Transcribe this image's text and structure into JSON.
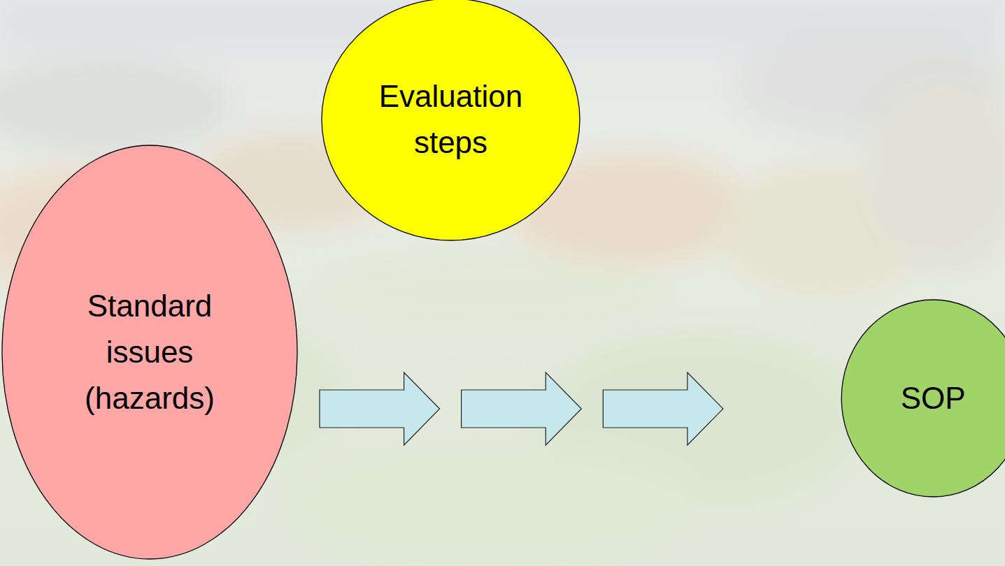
{
  "diagram": {
    "nodes": [
      {
        "text": [
          "Evaluation steps"
        ]
      },
      {
        "text": [
          "Standard issues (hazards)"
        ]
      },
      {
        "text": [
          "SOP"
        ]
      }
    ],
    "edges": [
      {
        "from": 1,
        "to": 2,
        "arrow": "to"
      }
    ]
  }
}
